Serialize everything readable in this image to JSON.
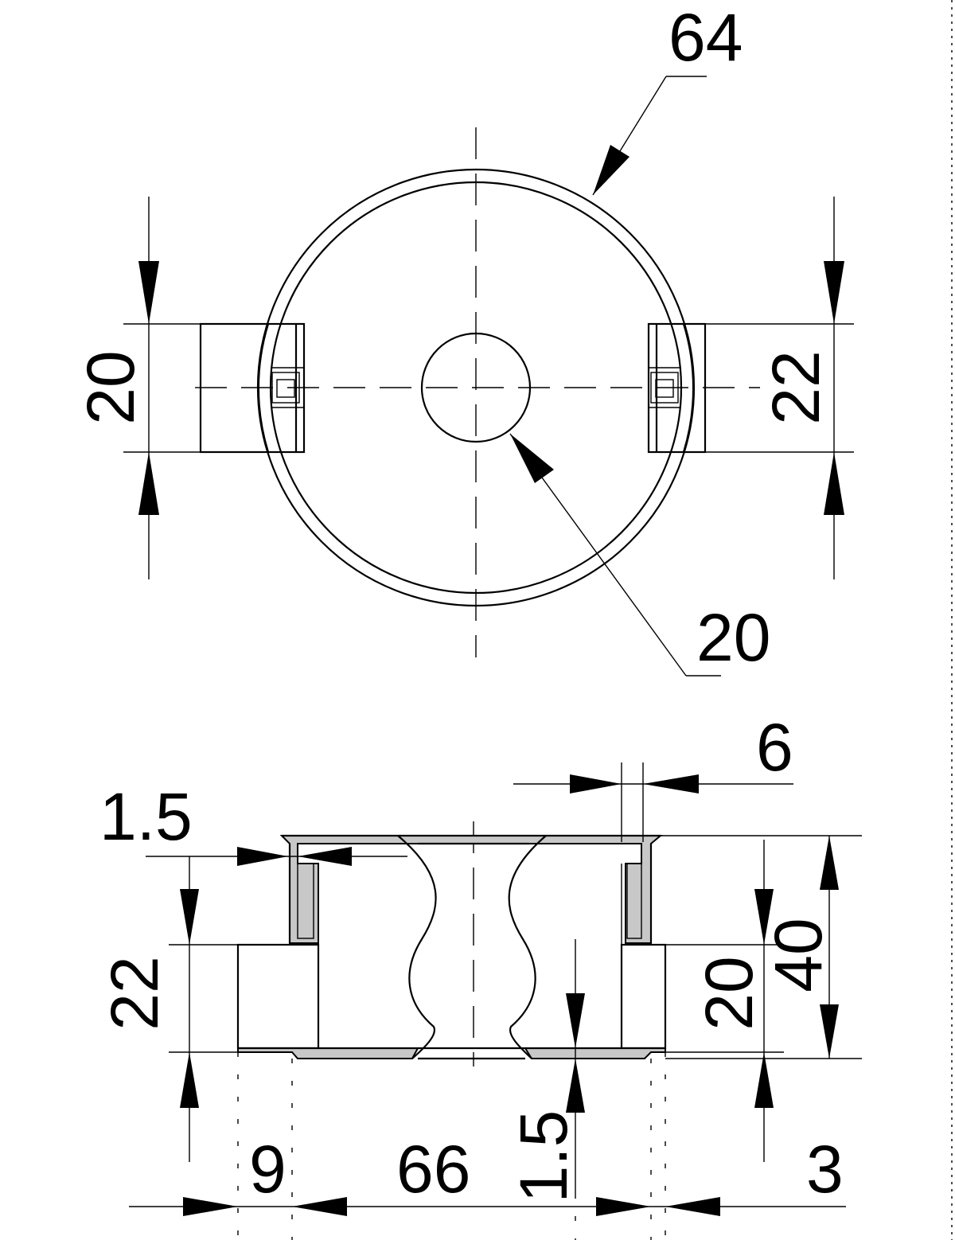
{
  "drawing": {
    "top_view": {
      "outer_diameter": "64",
      "lug_height_left": "20",
      "lug_height_right": "22",
      "center_hole": "20"
    },
    "side_view": {
      "flange_offset": "6",
      "wall_thickness_top": "1.5",
      "lug_height_left": "22",
      "lug_height_right": "20",
      "total_height": "40",
      "base_thickness": "1.5",
      "lug_width": "9",
      "inner_width": "66",
      "rim": "3"
    }
  }
}
